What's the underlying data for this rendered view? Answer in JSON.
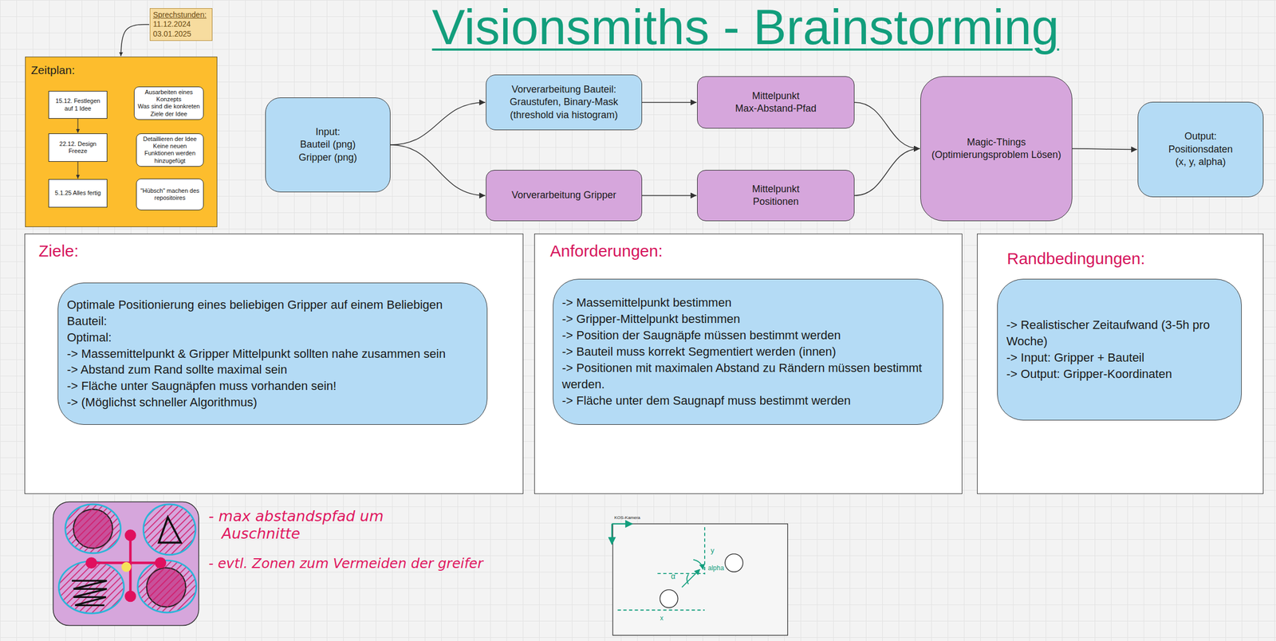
{
  "diagram": {
    "title": "Visionsmiths - Brainstorming",
    "nodes": [
      {
        "text": [
          "Sprechstunden:",
          "11.12.2024",
          "03.01.2025"
        ]
      },
      {
        "text": [
          "Zeitplan:"
        ]
      },
      {
        "text": [
          "15.12. Festlegen auf 1 Idee"
        ],
        "in": 1
      },
      {
        "text": [
          "Ausarbeiten eines Konzepts",
          "Was sind die konkreten Ziele der Idee"
        ],
        "in": 1
      },
      {
        "text": [
          "22.12. Design Freeze"
        ],
        "in": 1
      },
      {
        "text": [
          "Detaillieren der Idee",
          "Keine neuen Funktionen werden hinzugefügt"
        ],
        "in": 1
      },
      {
        "text": [
          "5.1.25 Alles fertig"
        ],
        "in": 1
      },
      {
        "text": [
          "\"Hübsch\" machen des repositoires"
        ],
        "in": 1
      },
      {
        "text": [
          "Input:",
          "Bauteil (png)",
          "Gripper (png)"
        ]
      },
      {
        "text": [
          "Vorverarbeitung Bauteil:",
          "Graustufen, Binary-Mask",
          "(threshold via histogram)"
        ]
      },
      {
        "text": [
          "Mittelpunkt",
          "Max-Abstand-Pfad"
        ]
      },
      {
        "text": [
          "Magic-Things",
          "(Optimierungsproblem Lösen)"
        ]
      },
      {
        "text": [
          "Output:",
          "Positionsdaten",
          "(x, y, alpha)"
        ]
      },
      {
        "text": [
          "Vorverarbeitung Gripper"
        ]
      },
      {
        "text": [
          "Mittelpunkt",
          "Positionen"
        ]
      },
      {
        "text": [
          "Ziele:"
        ]
      },
      {
        "text": [
          "Optimale Positionierung eines beliebigen Gripper auf einem Beliebigen Bauteil:",
          "Optimal:",
          "-> Massemittelpunkt & Gripper Mittelpunkt sollten nahe zusammen sein",
          "-> Abstand zum Rand sollte maximal sein",
          "-> Fläche unter Saugnäpfen muss vorhanden sein!",
          "-> (Möglichst schneller Algorithmus)"
        ],
        "in": 15
      },
      {
        "text": [
          "Anforderungen:"
        ]
      },
      {
        "text": [
          "-> Massemittelpunkt bestimmen",
          "-> Gripper-Mittelpunkt bestimmen",
          "-> Position der Saugnäpfe müssen bestimmt werden",
          "-> Bauteil muss korrekt Segmentiert werden (innen)",
          "-> Positionen mit maximalen Abstand zu Rändern müssen bestimmt werden.",
          "-> Fläche unter dem Saugnapf muss bestimmt werden"
        ],
        "in": 17
      },
      {
        "text": [
          "Randbedingungen:"
        ]
      },
      {
        "text": [
          "-> Realistischer Zeitaufwand (3-5h pro Woche)",
          "-> Input: Gripper + Bauteil",
          "-> Output: Gripper-Koordinaten"
        ],
        "in": 19
      }
    ],
    "edges": [
      {
        "from": 0,
        "to": 1,
        "arrow": "to"
      },
      {
        "from": 2,
        "to": 4,
        "arrow": "to"
      },
      {
        "from": 4,
        "to": 6,
        "arrow": "to"
      },
      {
        "from": 8,
        "to": 9,
        "arrow": "to"
      },
      {
        "from": 8,
        "to": 13,
        "arrow": "to"
      },
      {
        "from": 9,
        "to": 10,
        "arrow": "to"
      },
      {
        "from": 13,
        "to": 14,
        "arrow": "to"
      },
      {
        "from": 10,
        "to": 11,
        "arrow": "to"
      },
      {
        "from": 14,
        "to": 11,
        "arrow": "to"
      },
      {
        "from": 11,
        "to": 12,
        "arrow": "to"
      }
    ],
    "labels": [
      "- max abstandspfad um Auschnitte",
      "- evtl. Zonen zum Vermeiden der greifer",
      "KOS-Kamera",
      "y",
      "alpha",
      "α",
      "x"
    ]
  }
}
